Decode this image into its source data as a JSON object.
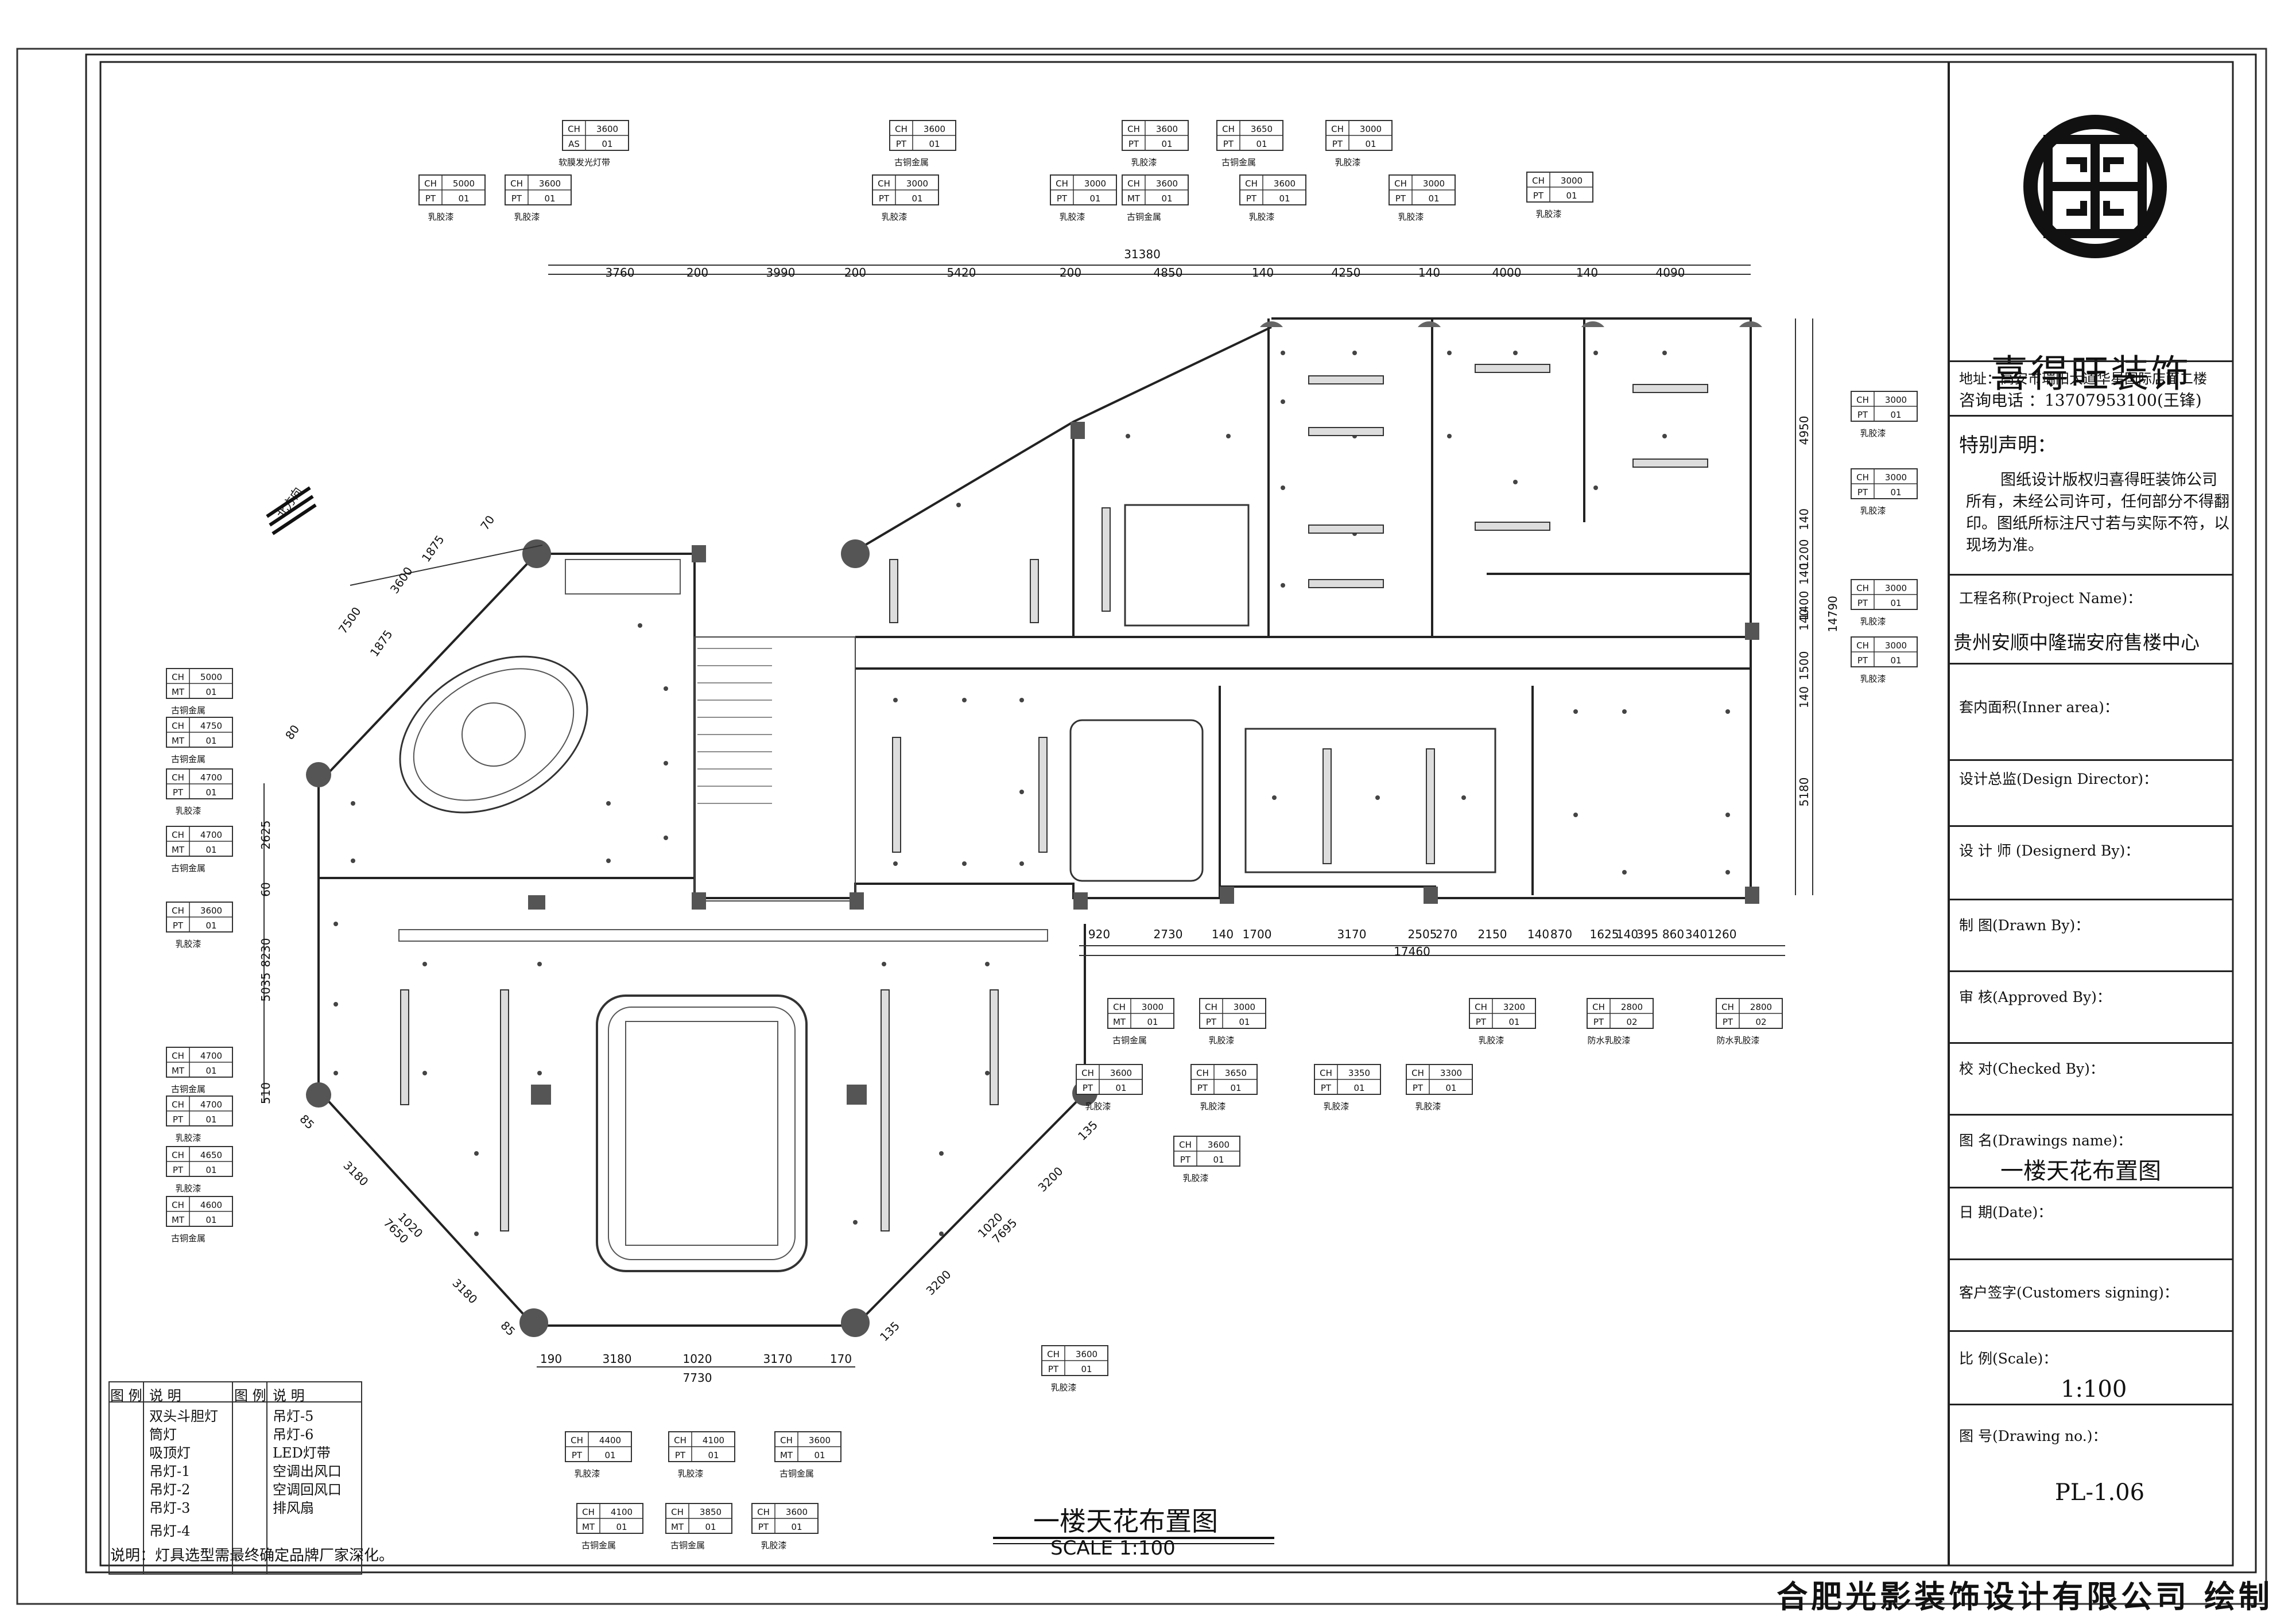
{
  "company": {
    "name": "喜得旺装饰",
    "address": "地址：高安市瑞阳大道华星国际店面二楼",
    "phone": "咨询电话 ：13707953100(王锋)",
    "statement_title": "特别声明：",
    "statement": "图纸设计版权归喜得旺装饰公司所有，未经公司许可，任何部分不得翻印。图纸所标注尺寸若与实际不符，以现场为准。"
  },
  "title_block": {
    "project_label": "工程名称(Project Name)：",
    "project_value": "贵州安顺中隆瑞安府售楼中心",
    "inner_area_label": "套内面积(Inner area)：",
    "director_label": "设计总监(Design Director)：",
    "designer_label": "设 计 师 (Designerd By)：",
    "drawn_label": "制 图(Drawn By)：",
    "approved_label": "审 核(Approved By)：",
    "checked_label": "校 对(Checked By)：",
    "drawing_name_label": "图 名(Drawings name)：",
    "drawing_name_value": "一楼天花布置图",
    "date_label": "日 期(Date)：",
    "customer_label": "客户签字(Customers signing)：",
    "scale_label": "比 例(Scale)：",
    "scale_value": "1:100",
    "drawing_no_label": "图 号(Drawing no.)：",
    "drawing_no_value": "PL-1.06"
  },
  "footer": "合肥光影装饰设计有限公司 绘制",
  "plan": {
    "title": "一楼天花布置图",
    "scale": "SCALE 1:100",
    "north": "北方向",
    "top_total": "31380",
    "top_dims": [
      "3760",
      "200",
      "3990",
      "200",
      "5420",
      "200",
      "4850",
      "140",
      "4250",
      "140",
      "4000",
      "140",
      "4090"
    ],
    "bottom_total": "17460",
    "bottom_dims": [
      "920",
      "2730",
      "140",
      "1700",
      "3170",
      "2505",
      "270",
      "2150",
      "140",
      "870",
      "1625",
      "140",
      "395",
      "860",
      "340",
      "1260"
    ],
    "right_total": "14790",
    "right_dims": [
      "4950",
      "140",
      "1200",
      "140",
      "1400",
      "140",
      "1500",
      "140",
      "5180"
    ],
    "left_dims": [
      "2625",
      "60",
      "8230",
      "5035",
      "510"
    ],
    "diag_left_top": [
      "7500",
      "1875",
      "3600",
      "1875",
      "70",
      "80"
    ],
    "diag_left_bottom": [
      "7650",
      "3180",
      "1020",
      "3180",
      "85",
      "85"
    ],
    "diag_right_bottom": [
      "7695",
      "3200",
      "1020",
      "3200",
      "135",
      "135"
    ],
    "lower_total": "7730",
    "lower_dims": [
      "190",
      "3180",
      "1020",
      "3170",
      "170"
    ]
  },
  "tags": [
    {
      "l1": "CH",
      "v1": "3600",
      "l2": "AS",
      "v2": "01",
      "cap": "软膜发光灯带"
    },
    {
      "l1": "CH",
      "v1": "5000",
      "l2": "PT",
      "v2": "01",
      "cap": "乳胶漆"
    },
    {
      "l1": "CH",
      "v1": "3600",
      "l2": "PT",
      "v2": "01",
      "cap": "乳胶漆"
    },
    {
      "l1": "CH",
      "v1": "3600",
      "l2": "PT",
      "v2": "01",
      "cap": "古铜金属"
    },
    {
      "l1": "CH",
      "v1": "3000",
      "l2": "PT",
      "v2": "01",
      "cap": "乳胶漆"
    },
    {
      "l1": "CH",
      "v1": "3600",
      "l2": "PT",
      "v2": "01",
      "cap": "乳胶漆"
    },
    {
      "l1": "CH",
      "v1": "3000",
      "l2": "PT",
      "v2": "01",
      "cap": "乳胶漆"
    },
    {
      "l1": "CH",
      "v1": "3600",
      "l2": "MT",
      "v2": "01",
      "cap": "古铜金属"
    },
    {
      "l1": "CH",
      "v1": "3650",
      "l2": "PT",
      "v2": "01",
      "cap": "古铜金属"
    },
    {
      "l1": "CH",
      "v1": "3600",
      "l2": "PT",
      "v2": "01",
      "cap": "乳胶漆"
    },
    {
      "l1": "CH",
      "v1": "3000",
      "l2": "PT",
      "v2": "01",
      "cap": "乳胶漆"
    },
    {
      "l1": "CH",
      "v1": "3000",
      "l2": "PT",
      "v2": "01",
      "cap": "乳胶漆"
    },
    {
      "l1": "CH",
      "v1": "3000",
      "l2": "PT",
      "v2": "01",
      "cap": "乳胶漆"
    },
    {
      "l1": "CH",
      "v1": "3000",
      "l2": "PT",
      "v2": "01",
      "cap": "乳胶漆"
    },
    {
      "l1": "CH",
      "v1": "3000",
      "l2": "PT",
      "v2": "01",
      "cap": "乳胶漆"
    },
    {
      "l1": "CH",
      "v1": "3000",
      "l2": "PT",
      "v2": "01",
      "cap": "乳胶漆"
    },
    {
      "l1": "CH",
      "v1": "3000",
      "l2": "PT",
      "v2": "01",
      "cap": "乳胶漆"
    },
    {
      "l1": "CH",
      "v1": "5000",
      "l2": "MT",
      "v2": "01",
      "cap": "古铜金属"
    },
    {
      "l1": "CH",
      "v1": "4750",
      "l2": "MT",
      "v2": "01",
      "cap": "古铜金属"
    },
    {
      "l1": "CH",
      "v1": "4700",
      "l2": "PT",
      "v2": "01",
      "cap": "乳胶漆"
    },
    {
      "l1": "CH",
      "v1": "4700",
      "l2": "MT",
      "v2": "01",
      "cap": "古铜金属"
    },
    {
      "l1": "CH",
      "v1": "3600",
      "l2": "PT",
      "v2": "01",
      "cap": "乳胶漆"
    },
    {
      "l1": "CH",
      "v1": "4700",
      "l2": "MT",
      "v2": "01",
      "cap": "古铜金属"
    },
    {
      "l1": "CH",
      "v1": "4700",
      "l2": "PT",
      "v2": "01",
      "cap": "乳胶漆"
    },
    {
      "l1": "CH",
      "v1": "4650",
      "l2": "PT",
      "v2": "01",
      "cap": "乳胶漆"
    },
    {
      "l1": "CH",
      "v1": "4600",
      "l2": "MT",
      "v2": "01",
      "cap": "古铜金属"
    },
    {
      "l1": "CH",
      "v1": "3000",
      "l2": "MT",
      "v2": "01",
      "cap": "古铜金属"
    },
    {
      "l1": "CH",
      "v1": "3000",
      "l2": "PT",
      "v2": "01",
      "cap": "乳胶漆"
    },
    {
      "l1": "CH",
      "v1": "3600",
      "l2": "PT",
      "v2": "01",
      "cap": "乳胶漆"
    },
    {
      "l1": "CH",
      "v1": "3650",
      "l2": "PT",
      "v2": "01",
      "cap": "乳胶漆"
    },
    {
      "l1": "CH",
      "v1": "3600",
      "l2": "PT",
      "v2": "01",
      "cap": "乳胶漆"
    },
    {
      "l1": "CH",
      "v1": "3350",
      "l2": "PT",
      "v2": "01",
      "cap": "乳胶漆"
    },
    {
      "l1": "CH",
      "v1": "3300",
      "l2": "PT",
      "v2": "01",
      "cap": "乳胶漆"
    },
    {
      "l1": "CH",
      "v1": "3200",
      "l2": "PT",
      "v2": "01",
      "cap": "乳胶漆"
    },
    {
      "l1": "CH",
      "v1": "2800",
      "l2": "PT",
      "v2": "02",
      "cap": "防水乳胶漆"
    },
    {
      "l1": "CH",
      "v1": "2800",
      "l2": "PT",
      "v2": "02",
      "cap": "防水乳胶漆"
    },
    {
      "l1": "CH",
      "v1": "3600",
      "l2": "PT",
      "v2": "01",
      "cap": "乳胶漆"
    },
    {
      "l1": "CH",
      "v1": "4400",
      "l2": "PT",
      "v2": "01",
      "cap": "乳胶漆"
    },
    {
      "l1": "CH",
      "v1": "4100",
      "l2": "PT",
      "v2": "01",
      "cap": "乳胶漆"
    },
    {
      "l1": "CH",
      "v1": "3600",
      "l2": "MT",
      "v2": "01",
      "cap": "古铜金属"
    },
    {
      "l1": "CH",
      "v1": "4100",
      "l2": "MT",
      "v2": "01",
      "cap": "古铜金属"
    },
    {
      "l1": "CH",
      "v1": "3850",
      "l2": "MT",
      "v2": "01",
      "cap": "古铜金属"
    },
    {
      "l1": "CH",
      "v1": "3600",
      "l2": "PT",
      "v2": "01",
      "cap": "乳胶漆"
    }
  ],
  "legend": {
    "h1": "图 例",
    "h2": "说 明",
    "h3": "图 例",
    "h4": "说 明",
    "items_left": [
      "双头斗胆灯",
      "筒灯",
      "吸顶灯",
      "吊灯-1",
      "吊灯-2",
      "吊灯-3",
      "吊灯-4"
    ],
    "items_right": [
      "吊灯-5",
      "吊灯-6",
      "LED灯带",
      "空调出风口",
      "空调回风口",
      "排风扇"
    ],
    "note": "说明：灯具选型需最终确定品牌厂家深化。"
  }
}
